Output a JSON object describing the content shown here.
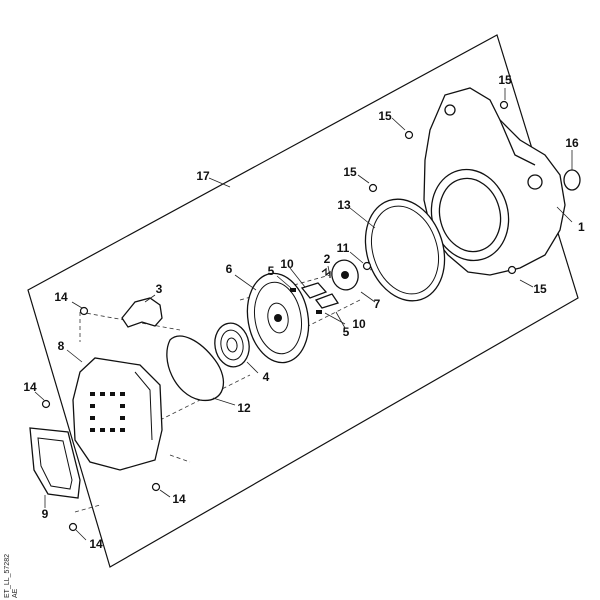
{
  "diagram": {
    "reference": {
      "line1": "ET_LL_57282",
      "line2": "AE"
    },
    "callouts": {
      "c1": "1",
      "c2": "2",
      "c3": "3",
      "c4": "4",
      "c5a": "5",
      "c5b": "5",
      "c6": "6",
      "c7": "7",
      "c8": "8",
      "c9": "9",
      "c10a": "10",
      "c10b": "10",
      "c11": "11",
      "c12": "12",
      "c13": "13",
      "c14a": "14",
      "c14b": "14",
      "c14c": "14",
      "c14d": "14",
      "c15a": "15",
      "c15b": "15",
      "c15c": "15",
      "c15d": "15",
      "c16": "16",
      "c17": "17"
    }
  }
}
